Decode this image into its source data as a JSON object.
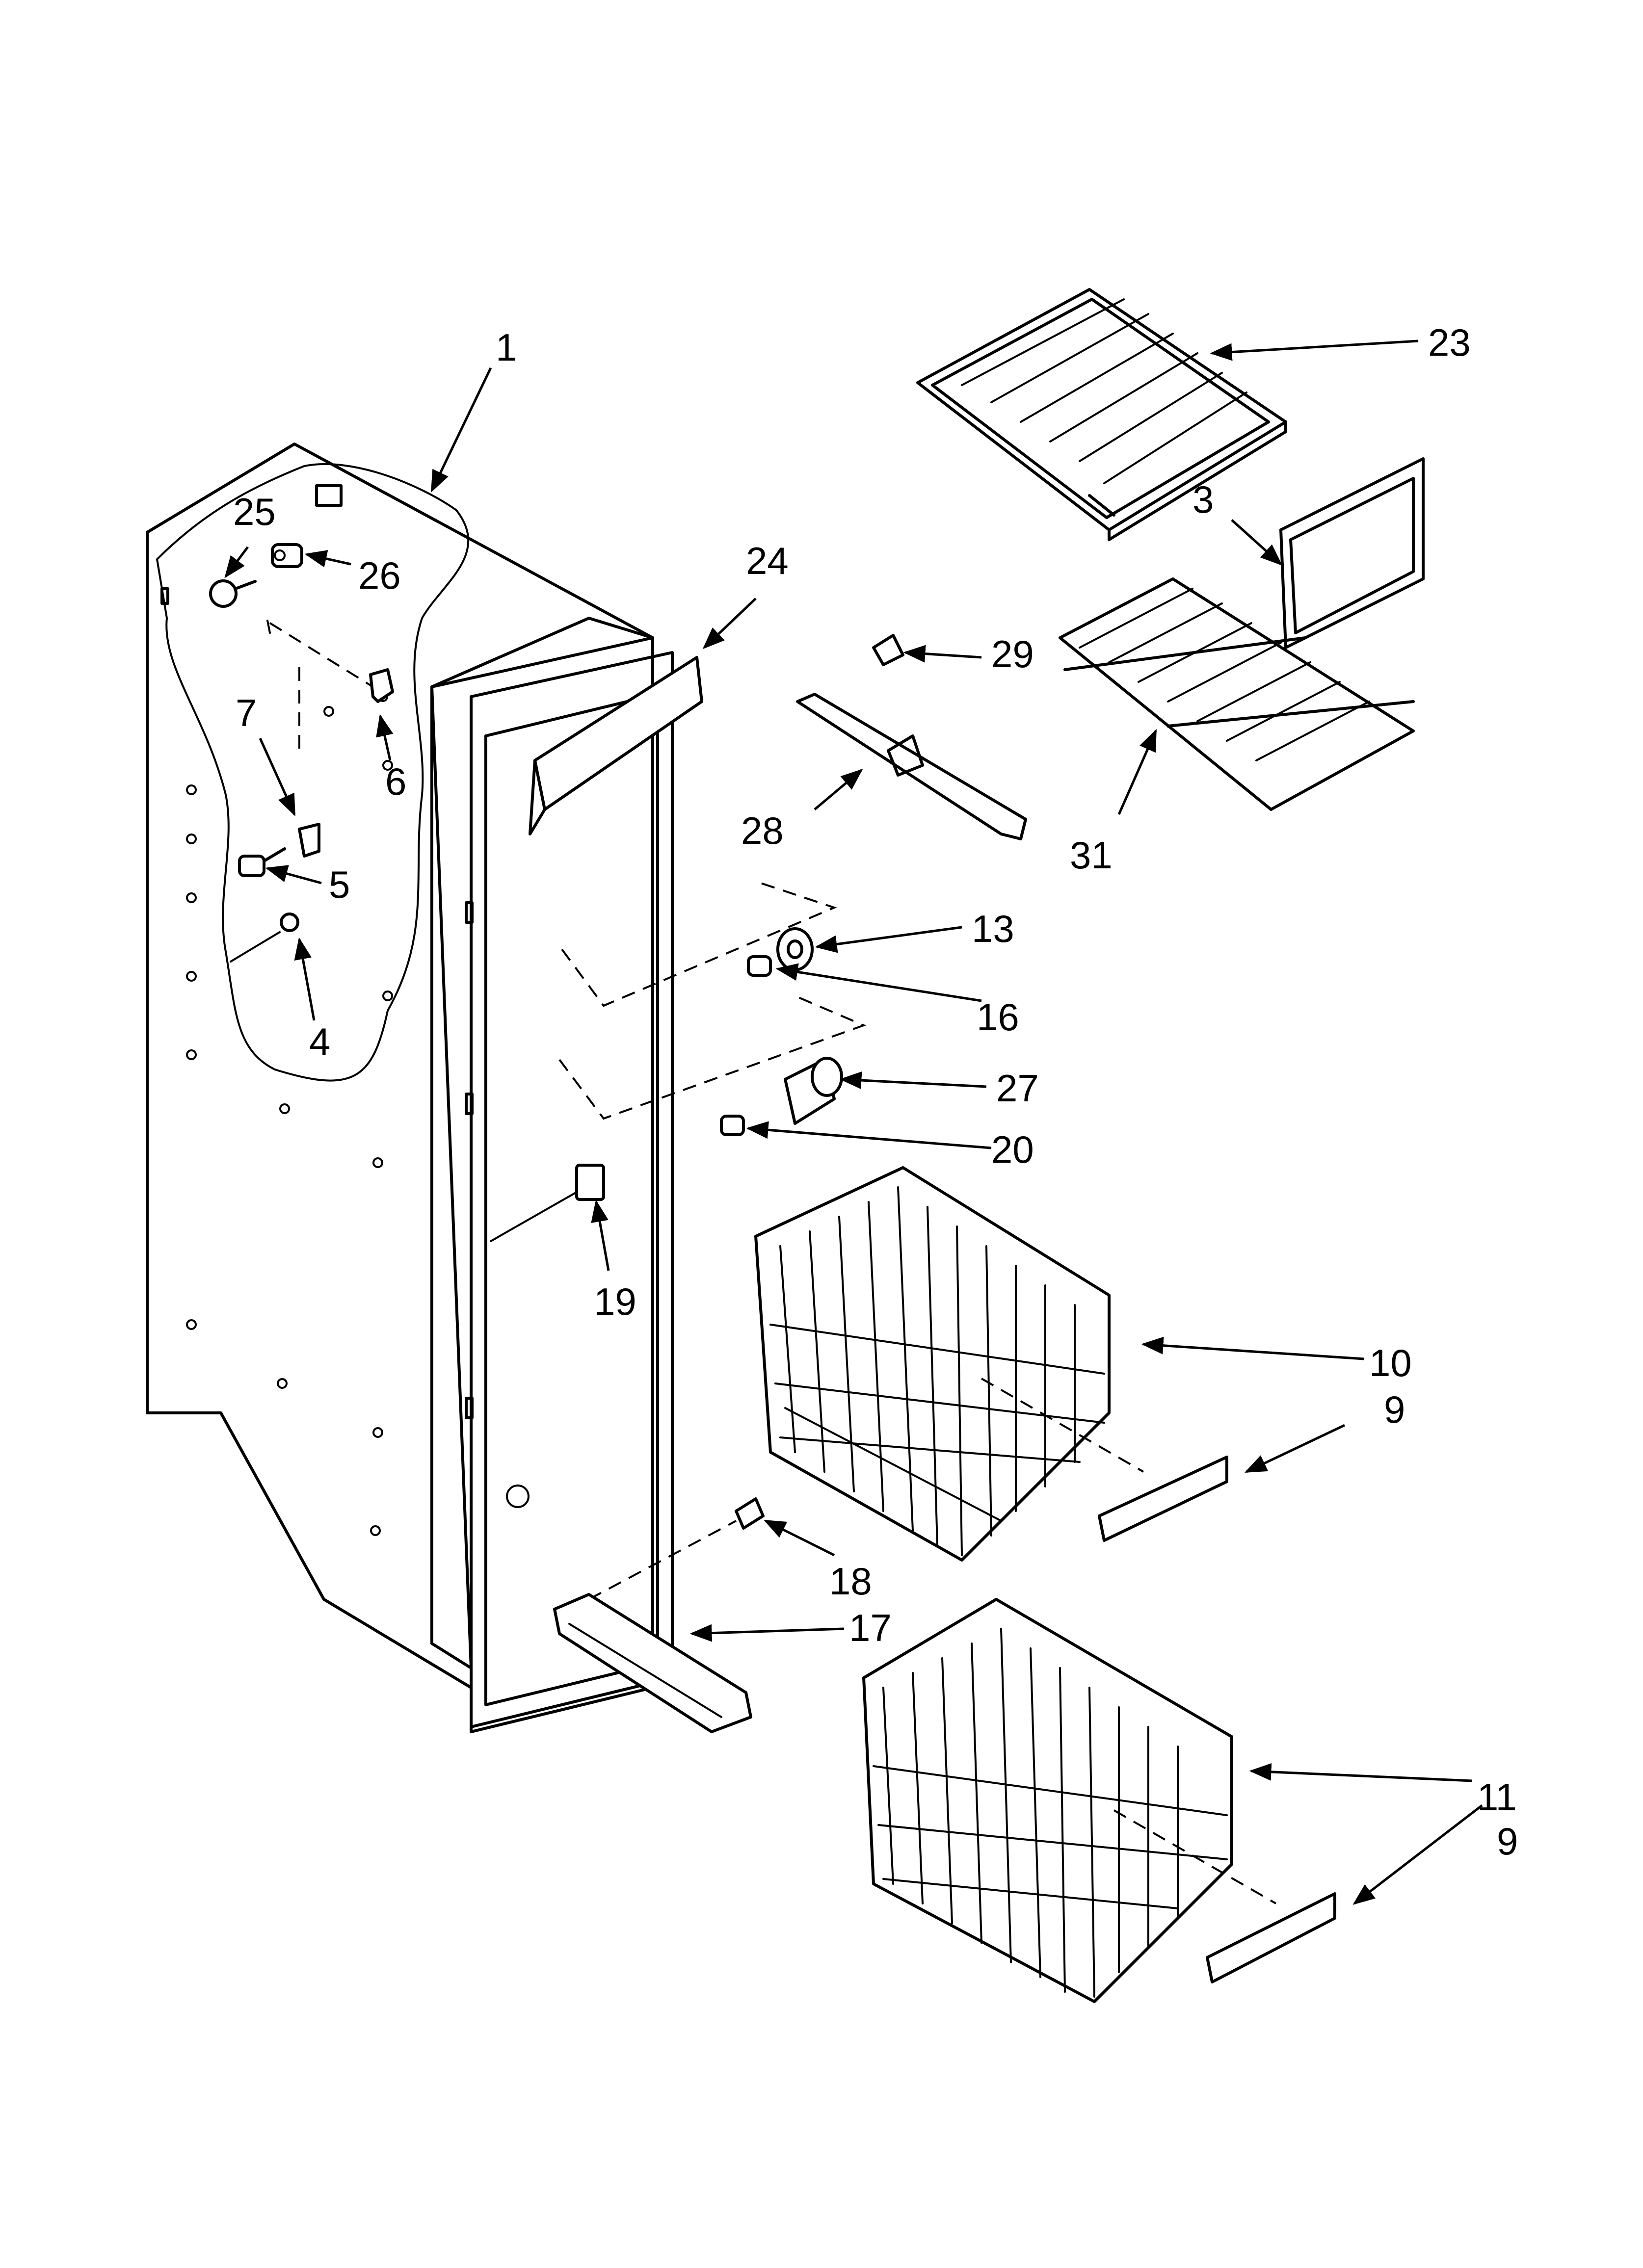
{
  "callouts": [
    {
      "id": "c1",
      "label": "1"
    },
    {
      "id": "c3",
      "label": "3"
    },
    {
      "id": "c4",
      "label": "4"
    },
    {
      "id": "c5",
      "label": "5"
    },
    {
      "id": "c6",
      "label": "6"
    },
    {
      "id": "c7",
      "label": "7"
    },
    {
      "id": "c9a",
      "label": "9"
    },
    {
      "id": "c9b",
      "label": "9"
    },
    {
      "id": "c10",
      "label": "10"
    },
    {
      "id": "c11",
      "label": "11"
    },
    {
      "id": "c13",
      "label": "13"
    },
    {
      "id": "c16",
      "label": "16"
    },
    {
      "id": "c17",
      "label": "17"
    },
    {
      "id": "c18",
      "label": "18"
    },
    {
      "id": "c19",
      "label": "19"
    },
    {
      "id": "c20",
      "label": "20"
    },
    {
      "id": "c23",
      "label": "23"
    },
    {
      "id": "c24",
      "label": "24"
    },
    {
      "id": "c25",
      "label": "25"
    },
    {
      "id": "c26",
      "label": "26"
    },
    {
      "id": "c27",
      "label": "27"
    },
    {
      "id": "c28",
      "label": "28"
    },
    {
      "id": "c29",
      "label": "29"
    },
    {
      "id": "c31",
      "label": "31"
    }
  ]
}
